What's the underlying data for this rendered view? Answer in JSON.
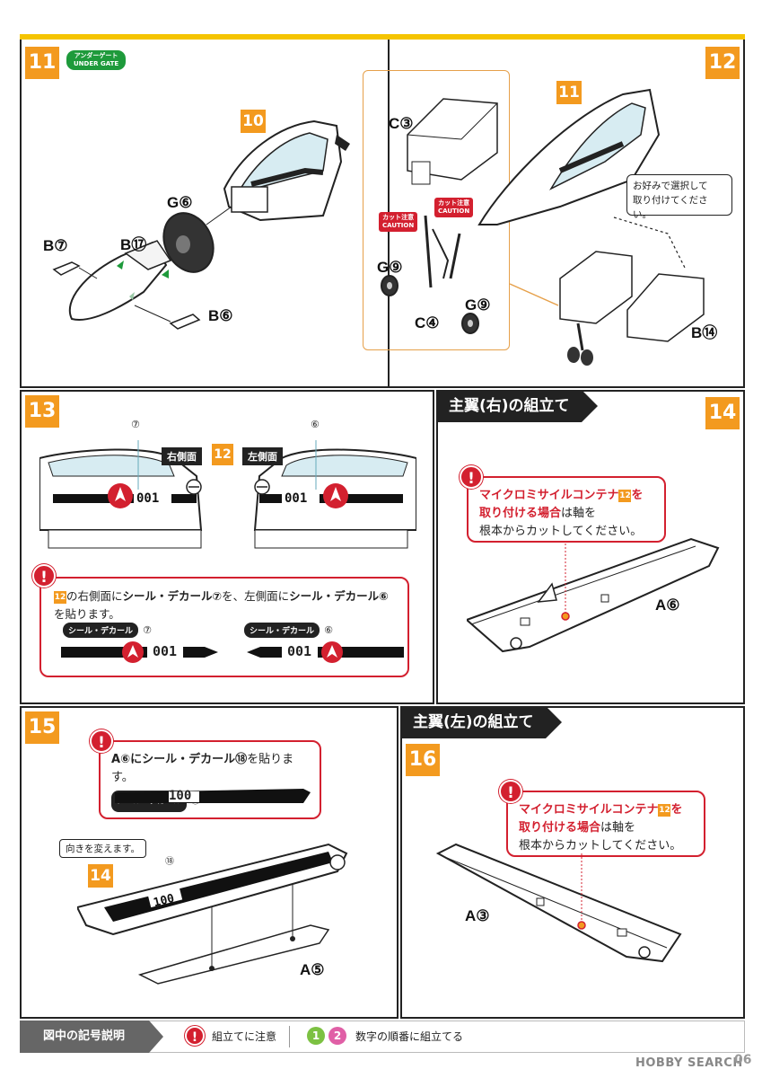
{
  "steps": {
    "s11": {
      "num": "11",
      "gate_tag_jp": "アンダーゲート",
      "gate_tag_en": "UNDER GATE",
      "ref": "10",
      "labels": [
        "G⑥",
        "B⑦",
        "B⑰",
        "B⑥"
      ]
    },
    "s12": {
      "num": "12",
      "ref": "11",
      "caution_jp": "カット注意",
      "caution_en": "CAUTION",
      "select_note": "お好みで選択して\n取り付けてください。",
      "labels": [
        "C③",
        "G⑨",
        "C④",
        "G⑨",
        "B⑭"
      ]
    },
    "s13": {
      "num": "13",
      "ref": "12",
      "right_side": "右側面",
      "left_side": "左側面",
      "marker_right": "⑦",
      "marker_left": "⑥",
      "note_ref": "12",
      "note_line1_a": "の右側面に",
      "note_line1_b": "シール・デカール⑦",
      "note_line1_c": "を、左側面に",
      "note_line1_d": "シール・デカール⑥",
      "note_line2": "を貼ります。",
      "seal_label": "シール・デカール",
      "seal_a_num": "⑦",
      "seal_b_num": "⑥",
      "seal_text": "001"
    },
    "s14": {
      "title": "主翼(右)の組立て",
      "num": "14",
      "note_a": "マイクロミサイルコンテナ",
      "note_ref": "12",
      "note_b": "を",
      "note_c": "取り付ける場合",
      "note_d": "は軸を",
      "note_e": "根本からカットしてください。",
      "part": "A⑥"
    },
    "s15": {
      "num": "15",
      "note_a": "A⑥に",
      "note_b": "シール・デカール⑱",
      "note_c": "を貼ります。",
      "seal_label": "シール・デカール",
      "seal_num": "⑱",
      "seal_text": "100",
      "direction": "向きを変えます。",
      "ref": "14",
      "marker": "⑱",
      "part": "A⑤"
    },
    "s16": {
      "title": "主翼(左)の組立て",
      "num": "16",
      "note_a": "マイクロミサイルコンテナ",
      "note_ref": "12",
      "note_b": "を",
      "note_c": "取り付ける場合",
      "note_d": "は軸を",
      "note_e": "根本からカットしてください。",
      "part": "A③"
    }
  },
  "legend": {
    "title": "図中の記号説明",
    "caution": "組立てに注意",
    "order_1": "1",
    "order_2": "2",
    "order_text": "数字の順番に組立てる"
  },
  "footer": {
    "watermark": "HOBBY SEARCH",
    "page": "06"
  },
  "colors": {
    "accent": "#f39a1f",
    "alert": "#d3202f",
    "top_bar": "#f5c400"
  }
}
